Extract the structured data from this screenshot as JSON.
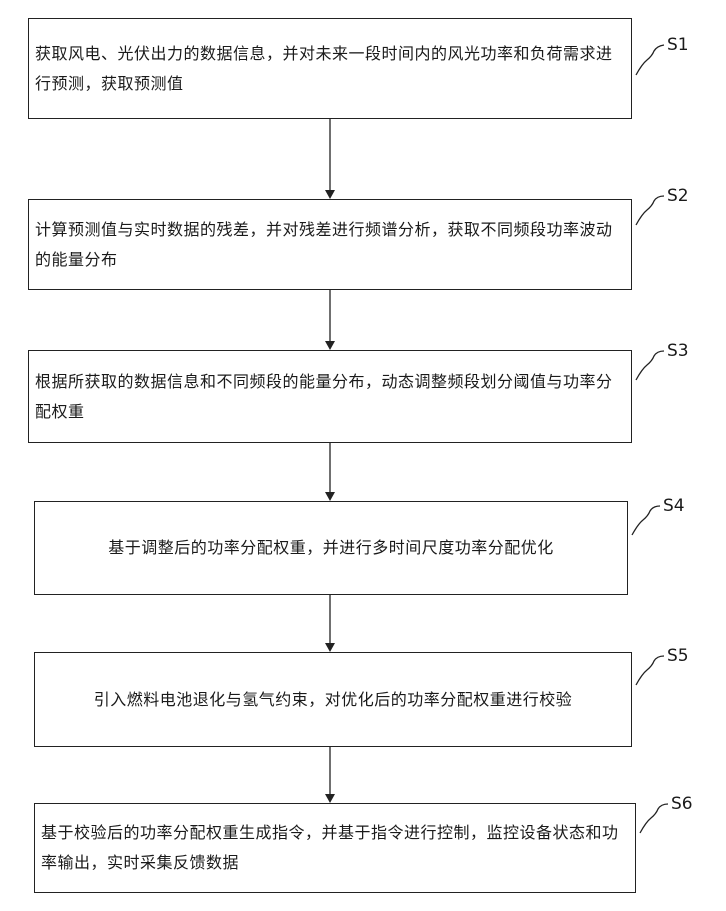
{
  "steps": [
    {
      "id": "S1",
      "text": "获取风电、光伏出力的数据信息，并对未来一段时间内的风光功率和负荷需求进行预测，获取预测值"
    },
    {
      "id": "S2",
      "text": "计算预测值与实时数据的残差，并对残差进行频谱分析，获取不同频段功率波动的能量分布"
    },
    {
      "id": "S3",
      "text": "根据所获取的数据信息和不同频段的能量分布，动态调整频段划分阈值与功率分配权重"
    },
    {
      "id": "S4",
      "text": "基于调整后的功率分配权重，并进行多时间尺度功率分配优化"
    },
    {
      "id": "S5",
      "text": "引入燃料电池退化与氢气约束，对优化后的功率分配权重进行校验"
    },
    {
      "id": "S6",
      "text": "基于校验后的功率分配权重生成指令，并基于指令进行控制，监控设备状态和功率输出，实时采集反馈数据"
    }
  ]
}
